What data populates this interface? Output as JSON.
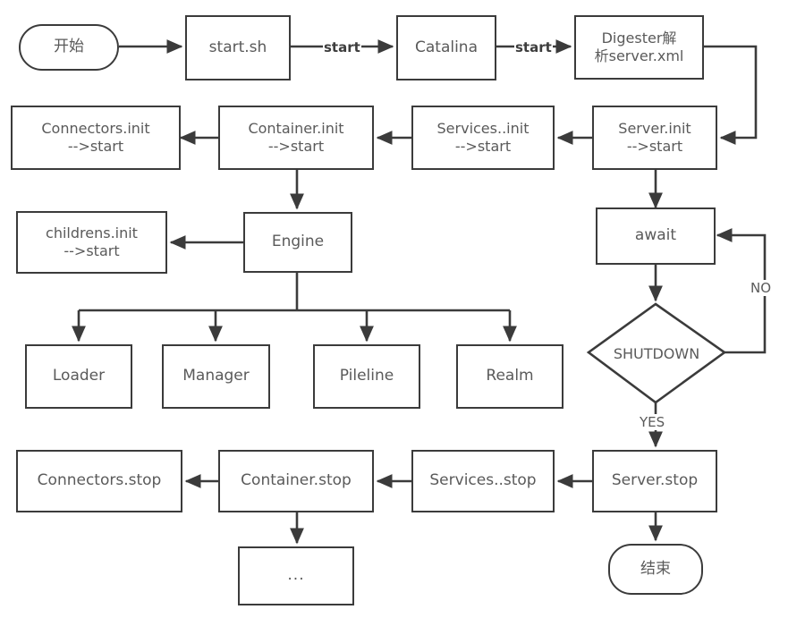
{
  "diagram": {
    "title": "Tomcat startup and shutdown flow",
    "stroke_color": "#3b3b3b",
    "text_color": "#5a5a5a",
    "background": "#ffffff"
  },
  "nodes": {
    "start": {
      "label": "开始",
      "shape": "terminal"
    },
    "start_sh": {
      "label": "start.sh",
      "shape": "rect"
    },
    "catalina": {
      "label": "Catalina",
      "shape": "rect"
    },
    "digester": {
      "label": "Digester解\n析server.xml",
      "shape": "rect"
    },
    "server_init": {
      "label": "Server.init\n-->start",
      "shape": "rect"
    },
    "services_init": {
      "label": "Services..init\n-->start",
      "shape": "rect"
    },
    "container_init": {
      "label": "Container.init\n-->start",
      "shape": "rect"
    },
    "connectors_init": {
      "label": "Connectors.init\n-->start",
      "shape": "rect"
    },
    "engine": {
      "label": "Engine",
      "shape": "rect"
    },
    "childrens_init": {
      "label": "childrens.init\n-->start",
      "shape": "rect"
    },
    "loader": {
      "label": "Loader",
      "shape": "rect"
    },
    "manager": {
      "label": "Manager",
      "shape": "rect"
    },
    "pileline": {
      "label": "Pileline",
      "shape": "rect"
    },
    "realm": {
      "label": "Realm",
      "shape": "rect"
    },
    "await": {
      "label": "await",
      "shape": "rect"
    },
    "shutdown": {
      "label": "SHUTDOWN",
      "shape": "diamond"
    },
    "server_stop": {
      "label": "Server.stop",
      "shape": "rect"
    },
    "services_stop": {
      "label": "Services..stop",
      "shape": "rect"
    },
    "container_stop": {
      "label": "Container.stop",
      "shape": "rect"
    },
    "connectors_stop": {
      "label": "Connectors.stop",
      "shape": "rect"
    },
    "ellipsis": {
      "label": "...",
      "shape": "rect"
    },
    "end": {
      "label": "结束",
      "shape": "terminal"
    }
  },
  "edge_labels": {
    "start_1": "start",
    "start_2": "start",
    "no": "NO",
    "yes": "YES"
  }
}
